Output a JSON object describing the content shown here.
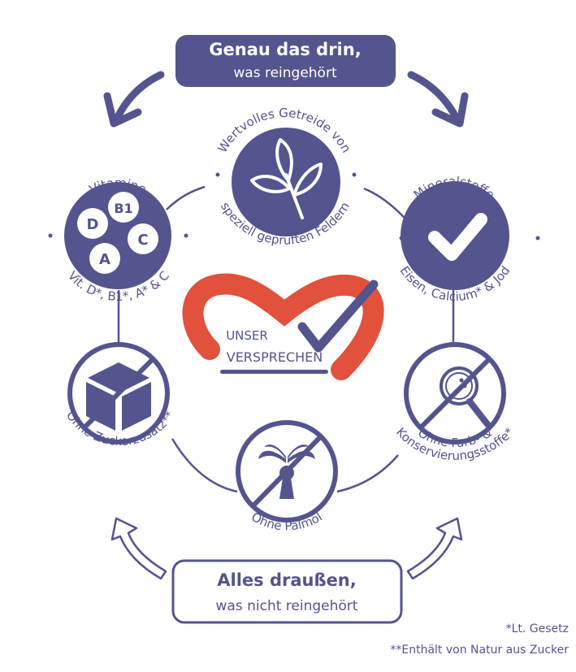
{
  "colors": {
    "primary": "#54548e",
    "heart": "#e2513b",
    "white": "#ffffff"
  },
  "top_box": {
    "line1": "Genau das drin,",
    "line2": "was reingehört"
  },
  "bottom_box": {
    "line1": "Alles draußen,",
    "line2": "was nicht reingehört"
  },
  "items": {
    "vitamine": {
      "title": "Vitamine",
      "subtitle": "Vit. D*, B1*, A* & C",
      "bubbles": [
        "D",
        "B1",
        "C",
        "A"
      ],
      "icon": "vitamin-bubbles-icon"
    },
    "getreide": {
      "title": "Wertvolles Getreide von",
      "subtitle": "speziell geprüften Feldern",
      "icon": "wheat-icon"
    },
    "mineralstoffe": {
      "title": "Mineralstoffe",
      "subtitle": "Eisen, Calcium* & Jod",
      "icon": "check-icon"
    },
    "zucker": {
      "label": "Ohne Zuckerzusatz**",
      "icon": "no-sugar-cube-icon"
    },
    "palmoel": {
      "label": "Ohne Palmöl",
      "icon": "no-palm-tree-icon"
    },
    "farbstoffe": {
      "line1": "Ohne Farb- &",
      "line2": "Konservierungsstoffe*",
      "icon": "no-magnifier-icon"
    }
  },
  "heart": {
    "line1": "UNSER",
    "line2": "VERSPRECHEN"
  },
  "footnotes": [
    "*Lt. Gesetz",
    "**Enthält von Natur aus Zucker"
  ]
}
